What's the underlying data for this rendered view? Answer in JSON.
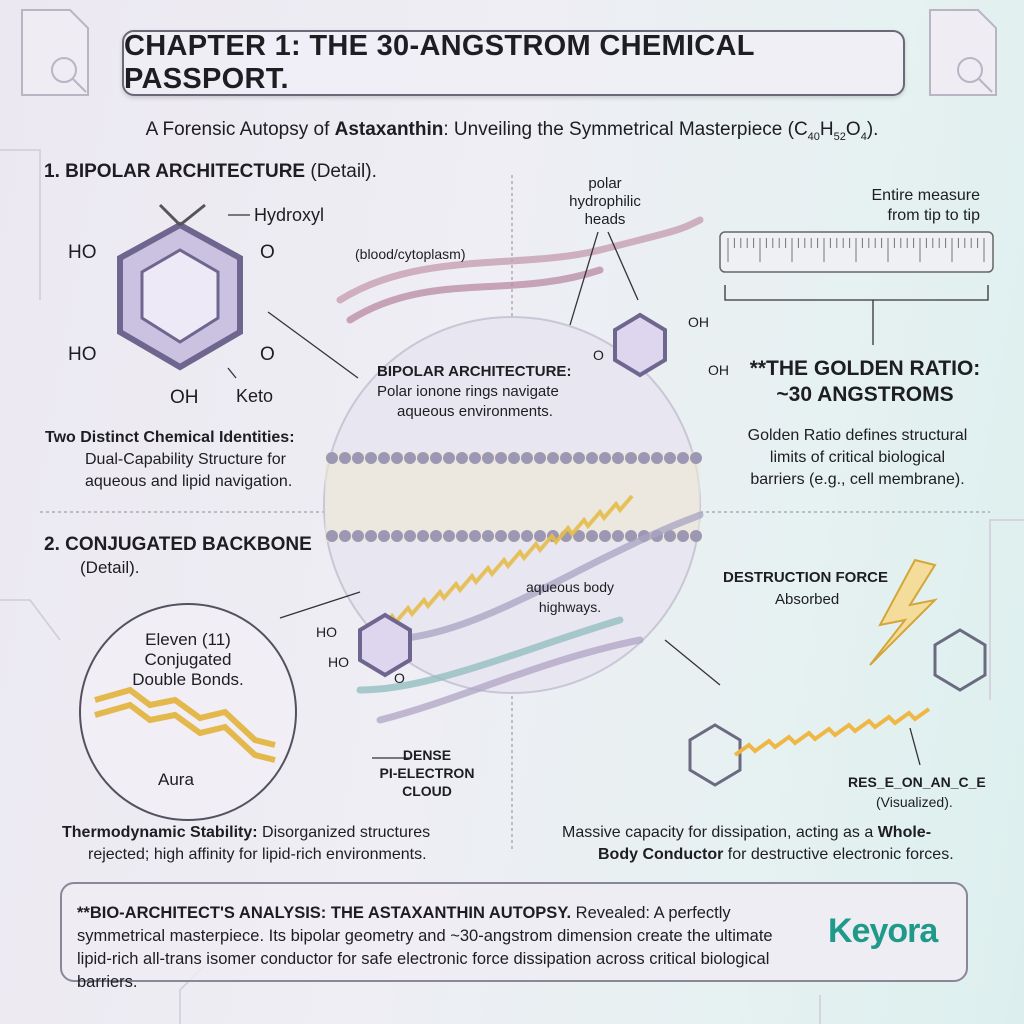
{
  "title": "CHAPTER 1: THE 30-ANGSTROM CHEMICAL PASSPORT.",
  "subtitle": {
    "pre": "A Forensic Autopsy of ",
    "bold": "Astaxanthin",
    "post": ": Unveiling the Symmetrical Masterpiece (C",
    "sub1": "40",
    "h": "H",
    "sub2": "52",
    "o": "O",
    "sub3": "4",
    "end": ")."
  },
  "section1": {
    "heading": "1. BIPOLAR ARCHITECTURE",
    "detail": "(Detail).",
    "labels": {
      "hydroxyl": "Hydroxyl",
      "ho1": "HO",
      "o1": "O",
      "ho2": "HO",
      "o2": "O",
      "oh": "OH",
      "keto": "Keto"
    },
    "caption_bold": "Two Distinct Chemical Identities:",
    "caption_lines": [
      "Dual-Capability Structure for",
      "aqueous and lipid navigation."
    ]
  },
  "center": {
    "blood": "(blood/cytoplasm)",
    "heads": [
      "polar",
      "hydrophilic",
      "heads"
    ],
    "bipolar_bold": "BIPOLAR ARCHITECTURE:",
    "bipolar_lines": [
      "Polar ionone rings navigate",
      "aqueous environments."
    ],
    "top_ring": {
      "o": "O",
      "oh1": "OH",
      "oh2": "OH"
    },
    "bottom_ring": {
      "ho1": "HO",
      "ho2": "HO",
      "o": "O"
    },
    "highways": [
      "aqueous body",
      "highways."
    ]
  },
  "golden": {
    "measure": [
      "Entire measure",
      "from tip to tip"
    ],
    "heading": [
      "**THE GOLDEN RATIO:",
      "~30 ANGSTROMS"
    ],
    "lines": [
      "Golden Ratio defines structural",
      "limits of critical biological",
      "barriers (e.g., cell membrane)."
    ]
  },
  "section2": {
    "heading": "2. CONJUGATED BACKBONE",
    "detail": "(Detail).",
    "bonds": [
      "Eleven (11)",
      "Conjugated",
      "Double Bonds."
    ],
    "aura": "Aura",
    "cloud": [
      "DENSE",
      "PI-ELECTRON",
      "CLOUD"
    ],
    "caption_bold": "Thermodynamic Stability:",
    "caption_rest": " Disorganized structures",
    "caption_line2": "rejected; high affinity for lipid-rich environments."
  },
  "destruction": {
    "heading": "DESTRUCTION FORCE",
    "sub": "Absorbed",
    "resonance": "RES_E_ON_AN_C_E",
    "visualized": "(Visualized).",
    "caption_line1": "Massive capacity for dissipation, acting as a ",
    "caption_bold1": "Whole-",
    "caption_bold2": "Body Conductor",
    "caption_line2": " for destructive electronic forces."
  },
  "analysis": {
    "bold": "**BIO-ARCHITECT'S ANALYSIS: THE ASTAXANTHIN AUTOPSY.",
    "text": " Revealed: A perfectly symmetrical masterpiece. Its bipolar geometry and ~30-angstrom dimension create the ultimate lipid-rich all-trans isomer conductor for safe electronic force dissipation across critical biological barriers."
  },
  "logo": "Keyora",
  "colors": {
    "accent_teal": "#1f9a8a",
    "hexagon": "#8b7fb0",
    "chain": "#e8c45a",
    "membrane": "#8e8aa8"
  }
}
